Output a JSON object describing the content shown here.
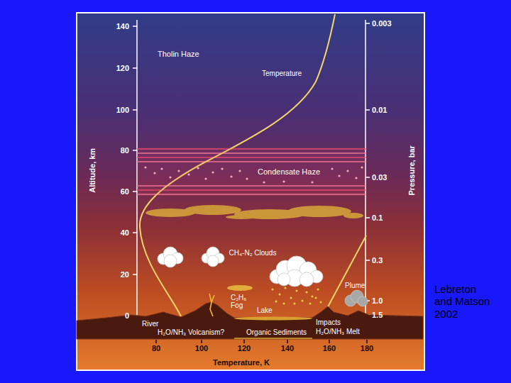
{
  "diagram": {
    "nodes": [
      {
        "text": [
          "Condensate Haze"
        ]
      }
    ],
    "labels": [
      "Tholin Haze",
      "Temperature",
      "CH₄-N₂ Clouds",
      "C₂H₆ Fog",
      "Lake",
      "Plume",
      "River",
      "H₂O/NH₃ Volcanism?",
      "Organic Sediments",
      "Impacts",
      "H₂O/NH₃ Melt",
      "Altitude, km",
      "140",
      "120",
      "100",
      "80",
      "60",
      "40",
      "20",
      "0",
      "Pressure, bar",
      "0.003",
      "0.01",
      "0.03",
      "0.1",
      "0.3",
      "1.0",
      "1.5",
      "80",
      "100",
      "120",
      "140",
      "160",
      "180",
      "Temperature, K",
      "Lebreton and Matson 2002"
    ]
  }
}
